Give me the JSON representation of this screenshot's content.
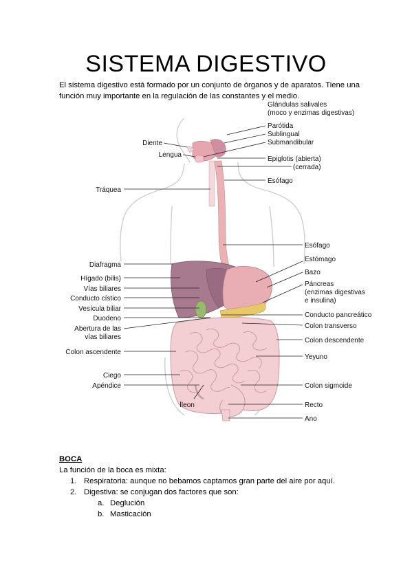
{
  "doc": {
    "title": "SISTEMA DIGESTIVO",
    "intro_line1": "El sistema digestivo está formado por un conjunto de órganos y de aparatos. Tiene una",
    "intro_line2": "función muy importante en la regulación de las constantes y el medio."
  },
  "figure": {
    "labels_left": {
      "diente": "Diente",
      "lengua": "Lengua",
      "traquea": "Tráquea",
      "diafragma": "Diafragma",
      "higado": "Hígado (bilis)",
      "vias_biliares": "Vías biliares",
      "conducto_cistico": "Conducto cístico",
      "vesicula": "Vesícula biliar",
      "duodeno": "Duodeno",
      "abertura1": "Abertura de las",
      "abertura2": "vías biliares",
      "colon_ascendente": "Colon ascendente",
      "ciego": "Ciego",
      "apendice": "Apéndice",
      "ileon": "Íleon"
    },
    "labels_right": {
      "glandulas1": "Glándulas salivales",
      "glandulas2": "(moco y enzimas digestivas)",
      "parotida": "Parótida",
      "sublingual": "Sublingual",
      "submandibular": "Submandibular",
      "epiglotis1": "Epiglotis (abierta)",
      "epiglotis2": "(cerrada)",
      "esofago_top": "Esófago",
      "esofago_mid": "Esófago",
      "estomago": "Estómago",
      "bazo": "Bazo",
      "pancreas1": "Páncreas",
      "pancreas2": "(enzimas digestivas",
      "pancreas3": "e insulina)",
      "conducto_pancreatico": "Conducto pancreático",
      "colon_transverso": "Colon transverso",
      "colon_descendente": "Colon descendente",
      "yeyuno": "Yeyuno",
      "colon_sigmoide": "Colon sigmoide",
      "recto": "Recto",
      "ano": "Ano"
    },
    "colors": {
      "liver": "#a87a90",
      "stomach": "#e8aeb3",
      "esophagus": "#ebb2b4",
      "intestine": "#f3cfd3",
      "outline": "#d0d0d0"
    }
  },
  "boca": {
    "heading": "BOCA",
    "intro": "La función de la boca es mixta:",
    "items": [
      {
        "num": "1.",
        "text": "Respiratoria: aunque no bebamos captamos gran parte del aire por aquí."
      },
      {
        "num": "2.",
        "text": "Digestiva: se conjugan dos factores que son:"
      }
    ],
    "subitems": [
      {
        "num": "a.",
        "text": "Deglución"
      },
      {
        "num": "b.",
        "text": "Masticación"
      }
    ]
  }
}
